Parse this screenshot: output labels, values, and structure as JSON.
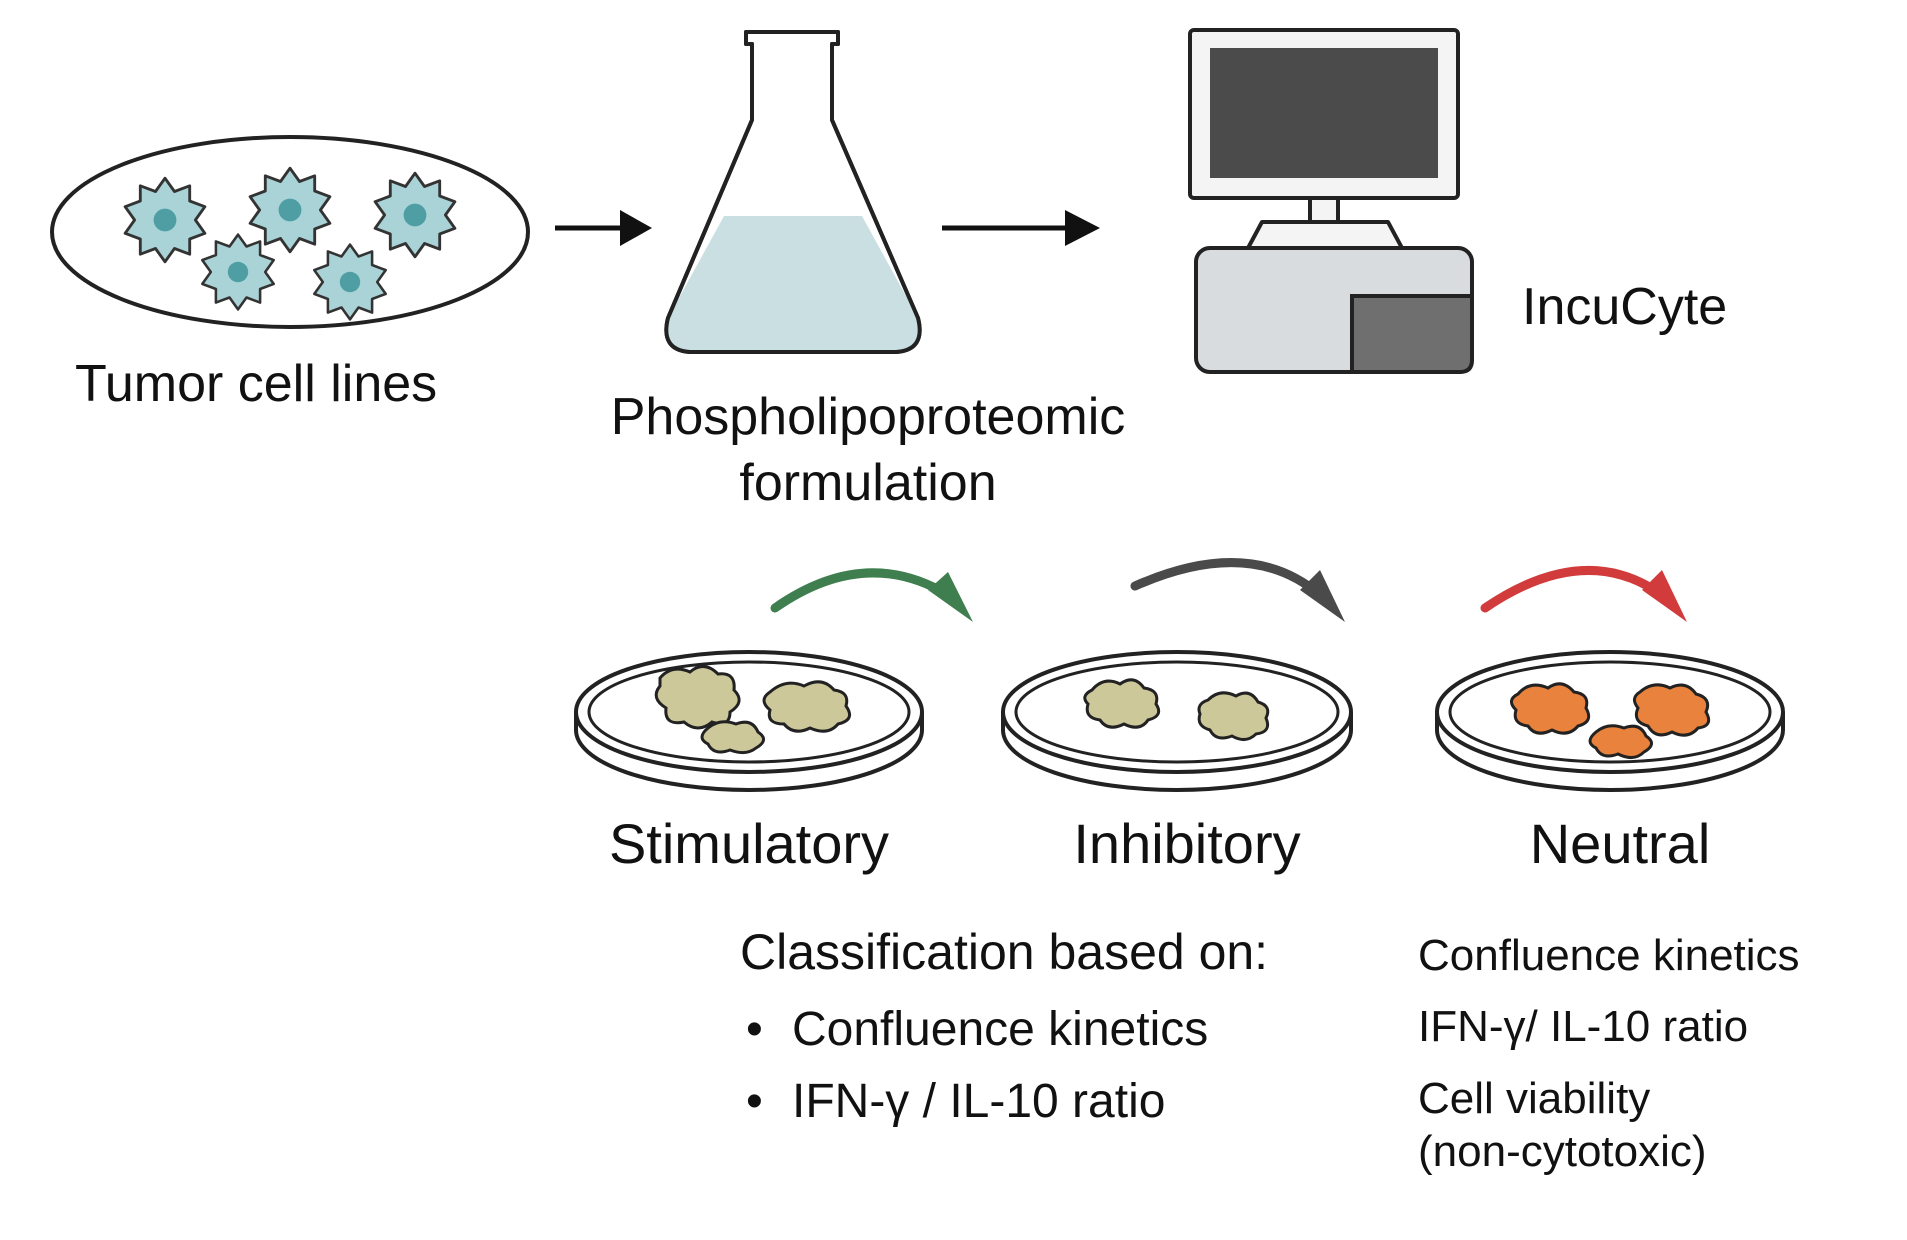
{
  "labels": {
    "tumor": "Tumor cell lines",
    "formulation_line1": "Phospholipoproteomic",
    "formulation_line2": "formulation",
    "incucyte": "IncuCyte"
  },
  "categories": [
    {
      "label": "Stimulatory",
      "arrow_color": "#3f7f4f",
      "cell_color": "#cdc89a"
    },
    {
      "label": "Inhibitory",
      "arrow_color": "#4a4a4a",
      "cell_color": "#cdc89a"
    },
    {
      "label": "Neutral",
      "arrow_color": "#d23b3b",
      "cell_color": "#e8823d"
    }
  ],
  "classification": {
    "heading": "Classification based on:",
    "items": [
      "Confluence kinetics",
      "IFN-γ / IL-10 ratio"
    ]
  },
  "neutral_criteria": {
    "items": [
      "Confluence kinetics",
      "IFN-γ/ IL-10 ratio",
      "Cell viability",
      "(non-cytotoxic)"
    ]
  },
  "colors": {
    "cell_fill": "#a9d3d6",
    "cell_nucleus": "#4f9ea3",
    "flask_liquid": "#c9dfe2",
    "monitor_screen": "#4b4b4b",
    "device_body": "#d9dcdf",
    "device_panel": "#6f6f6f"
  }
}
